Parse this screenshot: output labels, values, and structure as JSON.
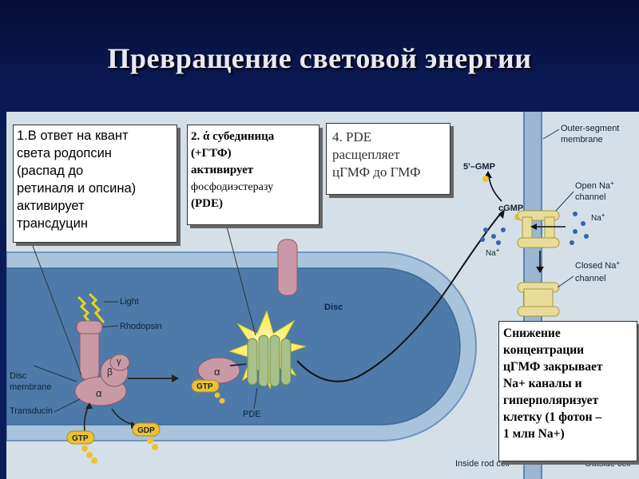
{
  "slide": {
    "title": "Превращение световой энергии"
  },
  "callouts": {
    "step1": [
      "1.В ответ на квант",
      "света родопсин",
      "(распад до",
      "ретиналя и опсина)",
      "активирует",
      "трансдуцин"
    ],
    "step2": {
      "line1": "2. ά субединица",
      "line2": "(+ГТФ)",
      "line3": "активирует",
      "line4": "фосфодиэстеразу",
      "line5": "(PDE)"
    },
    "step4": [
      "4. PDE",
      "расщепляет",
      "цГМФ до ГМФ"
    ],
    "conclusion": [
      "Снижение",
      "концентрации",
      "цГМФ закрывает",
      "Na+ каналы и",
      "гиперполяризует",
      "клетку (1 фотон –",
      "1 млн Na+)"
    ]
  },
  "figure_labels": {
    "outer_membrane": [
      "Outer-segment",
      "membrane"
    ],
    "five_gmp": "5'–GMP",
    "cgmp": "cGMP",
    "open_channel": [
      "Open Na",
      "channel"
    ],
    "na_plus": "Na",
    "na_plus_sup": "+",
    "closed_channel": [
      "Closed Na",
      "channel"
    ],
    "light": "Light",
    "rhodopsin": "Rhodopsin",
    "disc": "Disc",
    "disc_membrane": [
      "Disc",
      "membrane"
    ],
    "transducin": "Transducin",
    "alpha": "α",
    "beta": "β",
    "gamma": "γ",
    "gtp": "GTP",
    "gdp": "GDP",
    "pde": "PDE",
    "inside_rod": "Inside rod cell",
    "outside_cell": "Outside cell"
  },
  "colors": {
    "figure_bg": "#d5dfe8",
    "disc_outer": "#a8c4dd",
    "disc_inner": "#4d7aa8",
    "membrane": "#9db7d0",
    "protein": "#c99aa6",
    "pde_green": "#a8c08a",
    "channel": "#e8dc9a",
    "gtp_yellow": "#ecc233"
  }
}
